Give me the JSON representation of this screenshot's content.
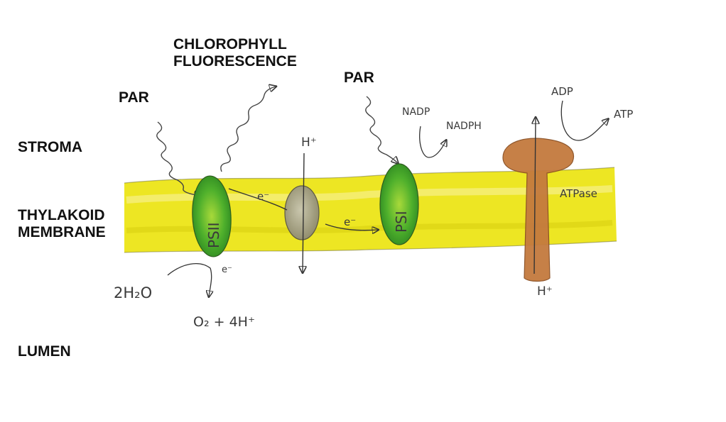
{
  "labels": {
    "stroma": "STROMA",
    "thylakoid_line1": "THYLAKOID",
    "thylakoid_line2": "MEMBRANE",
    "lumen": "LUMEN",
    "par_left": "PAR",
    "par_right": "PAR",
    "chlorophyll_line1": "CHLOROPHYLL",
    "chlorophyll_line2": "FLUORESCENCE"
  },
  "handwritten": {
    "psii": "PSII",
    "psi": "PSI",
    "h_plus_top": "H⁺",
    "h_plus_bottom": "H⁺",
    "electron_1": "e⁻",
    "electron_2": "e⁻",
    "electron_3": "e⁻",
    "water": "2H₂O",
    "oxygen": "O₂ + 4H⁺",
    "nadp": "NADP",
    "nadph": "NADPH",
    "adp": "ADP",
    "atp": "ATP",
    "atpase": "ATPase"
  },
  "colors": {
    "membrane": "#e8e40f",
    "photosystem_green": "#3fa22a",
    "cytochrome": "#9c9878",
    "atpase": "#c0703a"
  }
}
